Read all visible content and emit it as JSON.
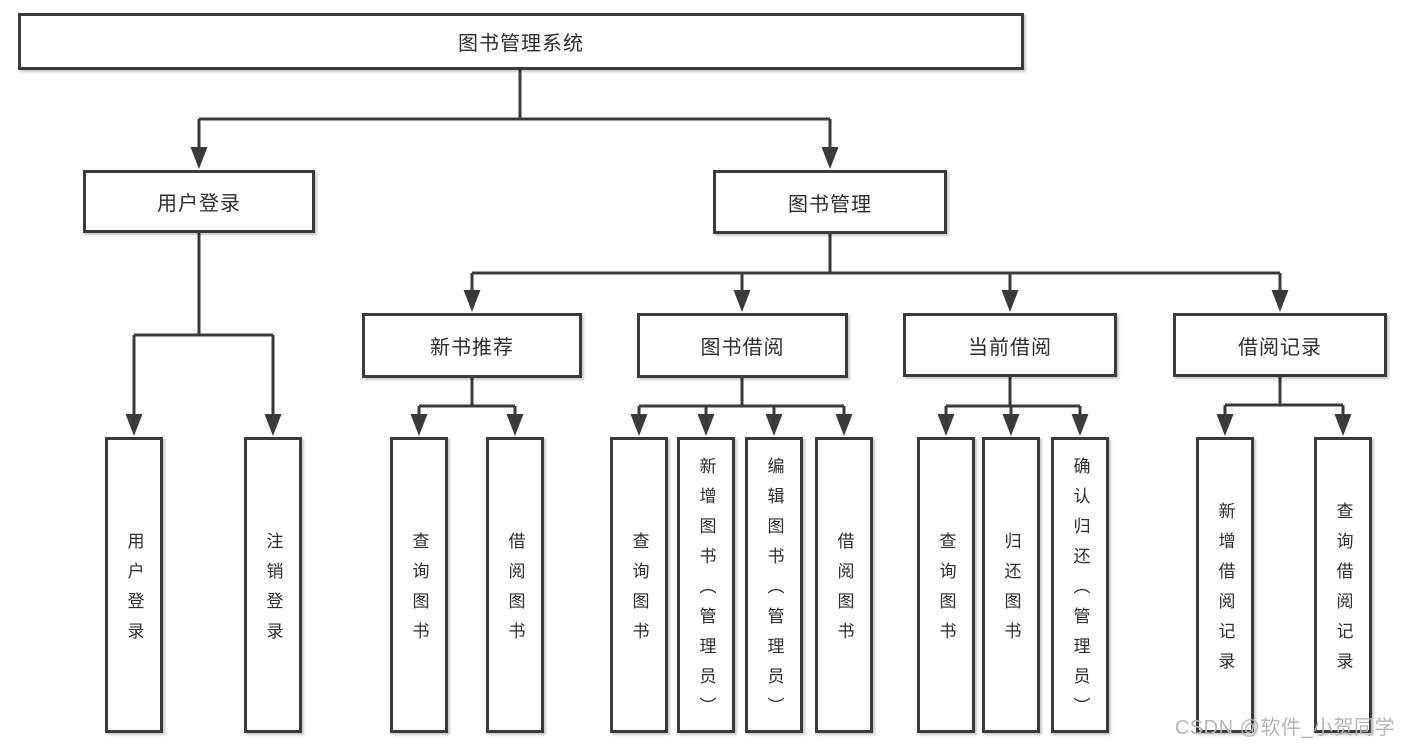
{
  "diagram": {
    "type": "hierarchy-tree",
    "root": {
      "label": "图书管理系统"
    },
    "level2": [
      {
        "label": "用户登录",
        "parent": "图书管理系统"
      },
      {
        "label": "图书管理",
        "parent": "图书管理系统"
      }
    ],
    "level3": [
      {
        "label": "新书推荐",
        "parent": "图书管理"
      },
      {
        "label": "图书借阅",
        "parent": "图书管理"
      },
      {
        "label": "当前借阅",
        "parent": "图书管理"
      },
      {
        "label": "借阅记录",
        "parent": "图书管理"
      }
    ],
    "leaves": [
      {
        "label": "用户登录",
        "parent": "用户登录"
      },
      {
        "label": "注销登录",
        "parent": "用户登录"
      },
      {
        "label": "查询图书",
        "parent": "新书推荐"
      },
      {
        "label": "借阅图书",
        "parent": "新书推荐"
      },
      {
        "label": "查询图书",
        "parent": "图书借阅"
      },
      {
        "label": "新增图书（管理员）",
        "parent": "图书借阅"
      },
      {
        "label": "编辑图书（管理员）",
        "parent": "图书借阅"
      },
      {
        "label": "借阅图书",
        "parent": "图书借阅"
      },
      {
        "label": "查询图书",
        "parent": "当前借阅"
      },
      {
        "label": "归还图书",
        "parent": "当前借阅"
      },
      {
        "label": "确认归还（管理员）",
        "parent": "当前借阅"
      },
      {
        "label": "新增借阅记录",
        "parent": "借阅记录"
      },
      {
        "label": "查询借阅记录",
        "parent": "借阅记录"
      }
    ],
    "colors": {
      "line": "#3a3a3a",
      "box_border": "#3a3a3a",
      "text": "#2d2d2d",
      "background": "#ffffff",
      "watermark": "#b6b6b6"
    }
  },
  "watermark": {
    "text": "CSDN @软件_小贺同学"
  }
}
